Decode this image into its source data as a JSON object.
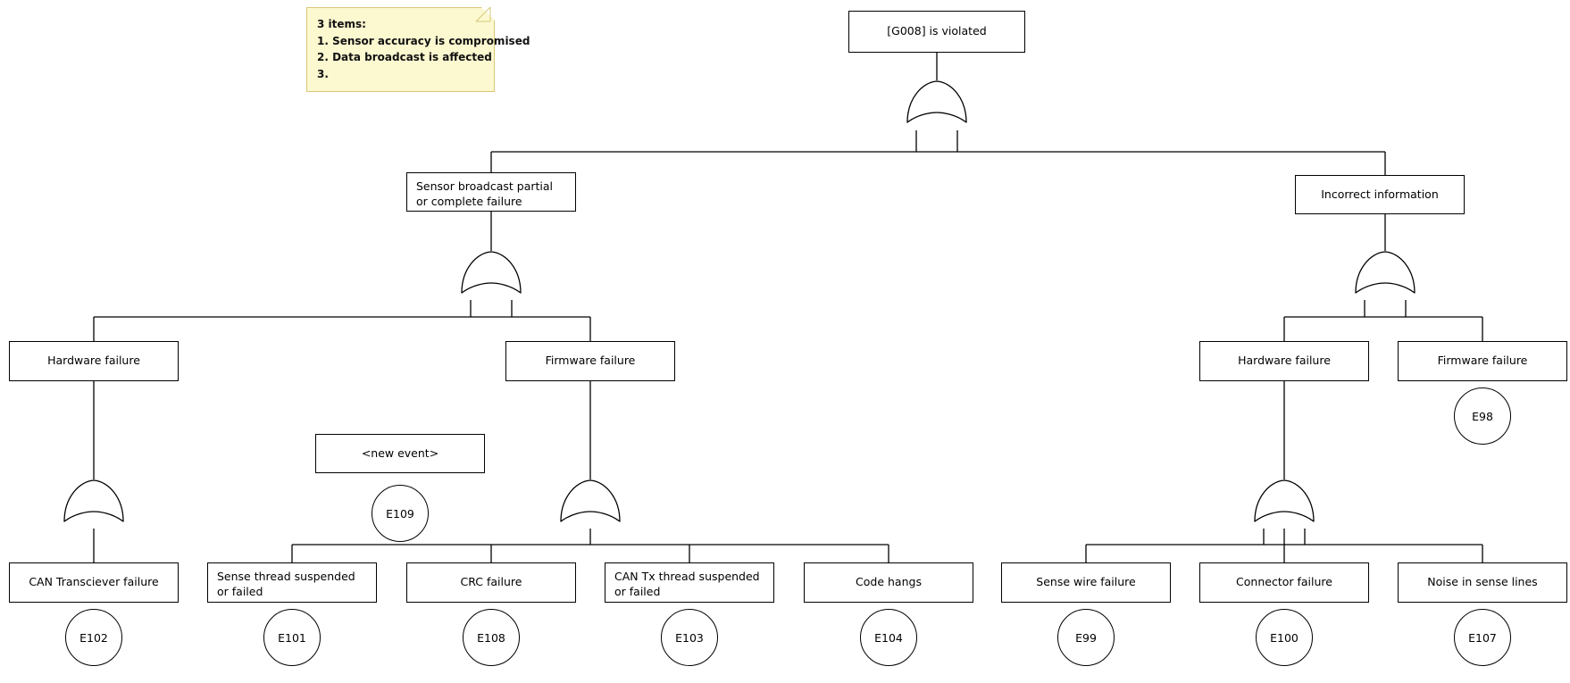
{
  "note": {
    "name": "sticky-note",
    "lines": [
      "3 items:",
      "1. Sensor accuracy is compromised",
      "2. Data broadcast is affected",
      "3."
    ]
  },
  "tree": {
    "top_event": {
      "label": "[G008] is violated"
    },
    "nodes": {
      "g008": "[G008] is violated",
      "sensor_broadcast": "Sensor broadcast partial or complete failure",
      "incorrect_information": "Incorrect information",
      "hw_failure_left": "Hardware failure",
      "fw_failure_left": "Firmware failure",
      "hw_failure_right": "Hardware failure",
      "fw_failure_right": "Firmware failure",
      "new_event": "<new event>",
      "can_transciever": "CAN Transciever failure",
      "sense_thread": "Sense thread suspended or failed",
      "crc_failure": "CRC failure",
      "can_tx_thread": "CAN Tx thread suspended or failed",
      "code_hangs": "Code hangs",
      "sense_wire": "Sense wire failure",
      "connector_failure": "Connector failure",
      "noise_sense_lines": "Noise in sense lines"
    },
    "basic_events": {
      "e98": "E98",
      "e99": "E99",
      "e100": "E100",
      "e101": "E101",
      "e102": "E102",
      "e103": "E103",
      "e104": "E104",
      "e107": "E107",
      "e108": "E108",
      "e109": "E109"
    },
    "gates": {
      "gate_top": "OR",
      "gate_sensor_broadcast": "OR",
      "gate_incorrect_information": "OR",
      "gate_hw_left": "OR",
      "gate_fw_left": "OR",
      "gate_hw_right": "OR"
    }
  },
  "colors": {
    "stroke": "#000000",
    "node_fill": "#ffffff",
    "note_fill": "#fcf8d0",
    "note_border": "#d9c77a",
    "canvas": "#ffffff"
  }
}
